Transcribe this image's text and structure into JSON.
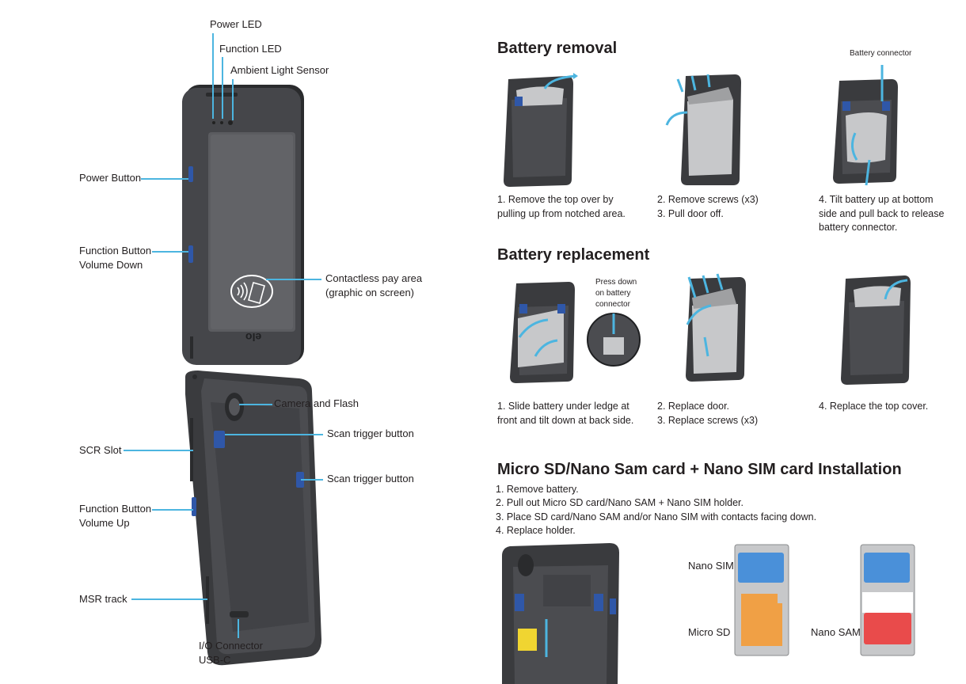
{
  "device_front": {
    "power_led": "Power LED",
    "function_led": "Function LED",
    "ambient_light_sensor": "Ambient Light Sensor",
    "power_button": "Power Button",
    "function_button_down": "Function Button\nVolume Down",
    "contactless": "Contactless pay area\n(graphic on screen)",
    "logo": "elo"
  },
  "device_back": {
    "camera": "Camera and Flash",
    "scan_trigger_1": "Scan trigger button",
    "scan_trigger_2": "Scan trigger button",
    "scr_slot": "SCR Slot",
    "function_button_up": "Function Button\nVolume Up",
    "msr_track": "MSR track",
    "io_connector": "I/O Connector\nUSB-C"
  },
  "battery_removal": {
    "title": "Battery removal",
    "connector_label": "Battery connector",
    "step1": "1. Remove the top over by\npulling up from notched area.",
    "step2": "2. Remove screws (x3)\n3. Pull door off.",
    "step4": "4. Tilt battery up at bottom\nside and pull back to release\nbattery connector."
  },
  "battery_replacement": {
    "title": "Battery replacement",
    "press_label": "Press down\non battery\nconnector",
    "step1": "1. Slide battery under ledge at\nfront and tilt down at back side.",
    "step2": "2. Replace door.\n3. Replace screws (x3)",
    "step4": "4. Replace the top cover."
  },
  "sd_sim": {
    "title": "Micro SD/Nano Sam card + Nano SIM card Installation",
    "steps": [
      "1. Remove battery.",
      "2. Pull out Micro SD card/Nano SAM + Nano SIM holder.",
      "3. Place SD card/Nano SAM and/or Nano SIM with contacts facing down.",
      "4. Replace holder."
    ],
    "nano_sim": "Nano SIM",
    "micro_sd": "Micro SD",
    "nano_sam": "Nano SAM"
  },
  "colors": {
    "accent": "#4cb5e0",
    "device": "#3b3c3e",
    "blue_button": "#2f57a8",
    "sim_blue": "#4a90d9",
    "sd_orange": "#f0a045",
    "sam_red": "#e94b4b"
  }
}
